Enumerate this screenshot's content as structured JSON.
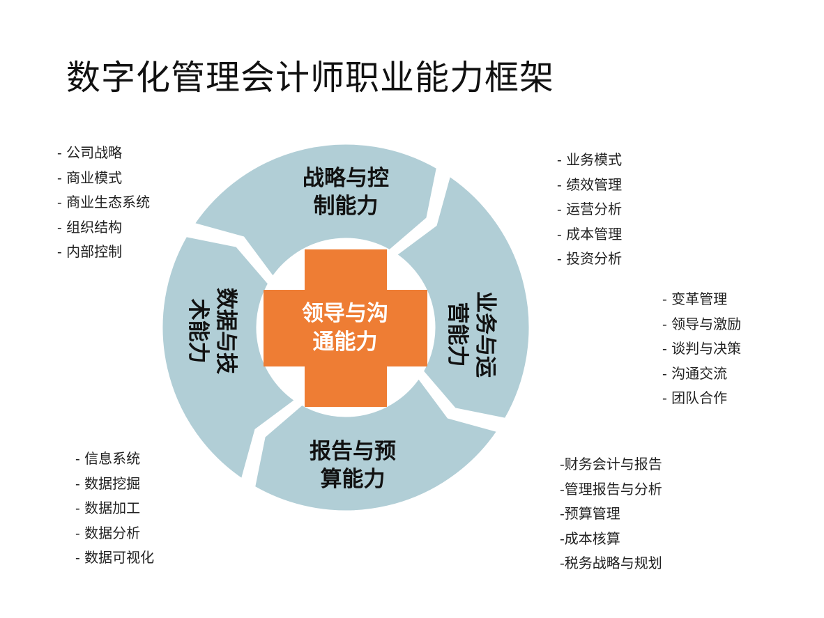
{
  "title": "数字化管理会计师职业能力框架",
  "colors": {
    "ring": "#b1ced6",
    "center": "#ee7d34",
    "title_text": "#111111",
    "center_text": "#ffffff"
  },
  "segments": {
    "top": {
      "line1": "战略与控",
      "line2": "制能力"
    },
    "right": {
      "line1": "业务与运",
      "line2": "营能力"
    },
    "bottom": {
      "line1": "报告与预",
      "line2": "算能力"
    },
    "left": {
      "line1": "数据与技",
      "line2": "术能力"
    }
  },
  "center": {
    "line1": "领导与沟",
    "line2": "通能力"
  },
  "lists": {
    "strategy": [
      "- 公司战略",
      "- 商业模式",
      "- 商业生态系统",
      "- 组织结构",
      "- 内部控制"
    ],
    "business": [
      "- 业务模式",
      "- 绩效管理",
      "- 运营分析",
      "- 成本管理",
      "- 投资分析"
    ],
    "leadership": [
      "- 变革管理",
      "- 领导与激励",
      "- 谈判与决策",
      "- 沟通交流",
      "- 团队合作"
    ],
    "reporting": [
      "-财务会计与报告",
      "-管理报告与分析",
      "-预算管理",
      "-成本核算",
      "-税务战略与规划"
    ],
    "data_tech": [
      "- 信息系统",
      "- 数据挖掘",
      "- 数据加工",
      "- 数据分析",
      "- 数据可视化"
    ]
  }
}
